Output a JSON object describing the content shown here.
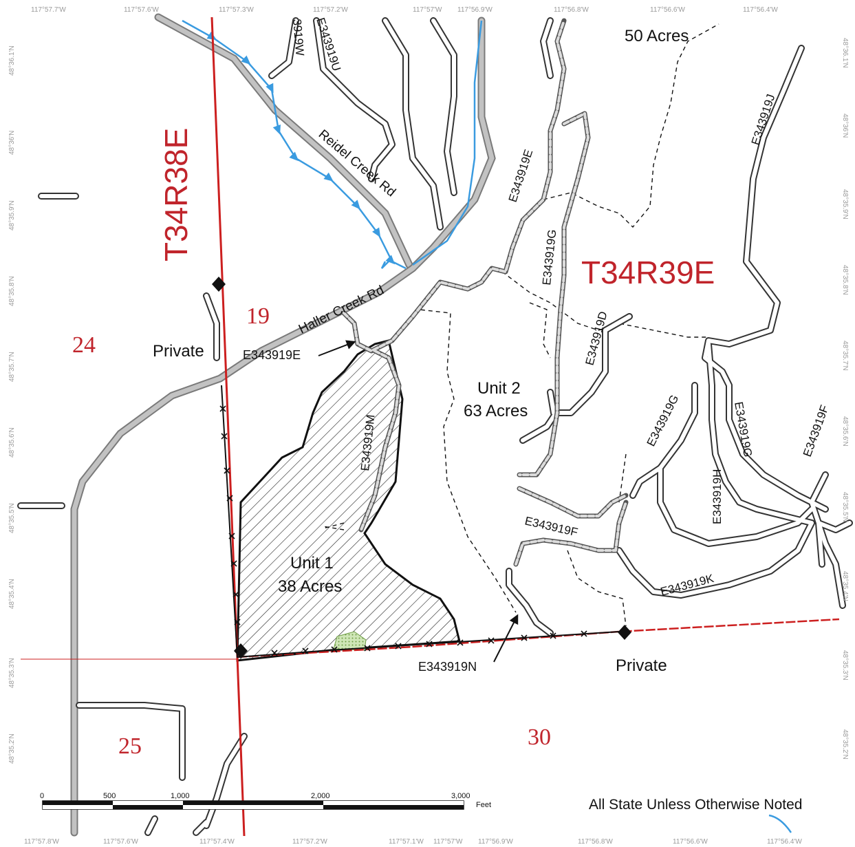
{
  "coords": {
    "top": [
      "117°57.7'W",
      "117°57.6'W",
      "117°57.3'W",
      "117°57.2'W",
      "117°57'W",
      "117°56.9'W",
      "117°56.8'W",
      "117°56.6'W",
      "117°56.4'W"
    ],
    "bottom": [
      "117°57.8'W",
      "117°57.6'W",
      "117°57.4'W",
      "117°57.2'W",
      "117°57.1'W",
      "117°57'W",
      "117°56.9'W",
      "117°56.8'W",
      "117°56.6'W",
      "117°56.4'W"
    ],
    "left": [
      "48°36.1'N",
      "48°36'N",
      "48°35.9'N",
      "48°35.8'N",
      "48°35.7'N",
      "48°35.6'N",
      "48°35.5'N",
      "48°35.4'N",
      "48°35.3'N",
      "48°35.2'N"
    ],
    "right": [
      "48°36.1'N",
      "48°36'N",
      "48°35.9'N",
      "48°35.8'N",
      "48°35.7'N",
      "48°35.6'N",
      "48°35.5'N",
      "48°35.4'N",
      "48°35.3'N",
      "48°35.2'N"
    ]
  },
  "township": {
    "west": "T34R38E",
    "east": "T34R39E"
  },
  "sections": {
    "s19": "19",
    "s24": "24",
    "s25": "25",
    "s30": "30"
  },
  "ownership": {
    "private_west": "Private",
    "private_south": "Private"
  },
  "units": {
    "unit1_name": "Unit 1",
    "unit1_area": "38 Acres",
    "unit2_name": "Unit 2",
    "unit2_area": "63 Acres",
    "unit3_area": "50 Acres"
  },
  "roads": {
    "reidel": "Reidel Creek Rd",
    "haller": "Haller Creek Rd",
    "e_callout": "E343919E",
    "n_callout": "E343919N",
    "spur_e": "E343919E",
    "spur_g_north": "E343919G",
    "spur_d": "E343919D",
    "spur_g_east": "E343919G",
    "spur_h": "E343919H",
    "spur_g_far": "E343919G",
    "spur_f_east": "E343919F",
    "spur_f": "E343919F",
    "spur_k": "E343919K",
    "spur_j": "E343919J",
    "spur_m": "E343919M",
    "spur_u": "E343919U",
    "spur_w": "3919W"
  },
  "scale": {
    "ticks": [
      "0",
      "500",
      "1,000",
      "2,000",
      "3,000"
    ],
    "unit": "Feet"
  },
  "note": "All State Unless Otherwise Noted",
  "colors": {
    "section_line": "#cc1f1f",
    "stream": "#3a9be0",
    "county_road": "#b3b3b3",
    "label_red": "#c0242b",
    "hatch": "#222222",
    "wetland": "#9cc47a"
  }
}
